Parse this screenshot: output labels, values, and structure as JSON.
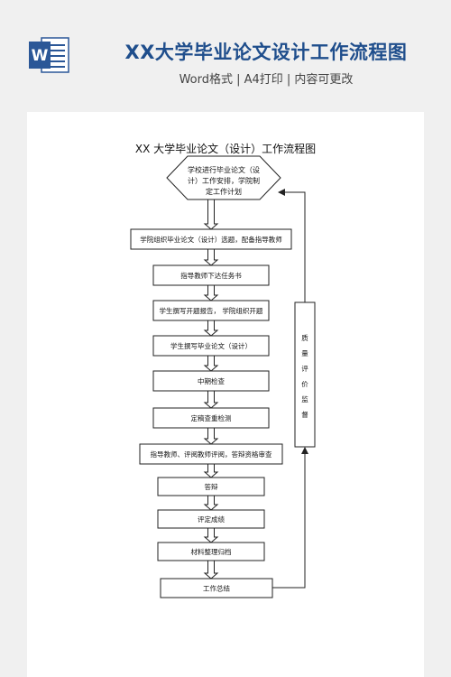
{
  "header": {
    "title": "XX大学毕业论文设计工作流程图",
    "subtitle": "Word格式 | A4打印 | 内容可更改",
    "logo_letter": "W"
  },
  "document": {
    "title": "XX 大学毕业论文（设计）工作流程图",
    "start_lines": [
      "学校进行毕业论文（设",
      "计）工作安排，学院制",
      "定工作计划"
    ],
    "steps": [
      "学院组织毕业论文（设计）选题，配备指导教师",
      "指导教师下达任务书",
      "学生撰写开题报告，  学院组织开题",
      "学生撰写毕业论文（设计）",
      "中期检查",
      "定稿查重检测",
      "指导教师、评阅教师评阅，答辩资格审查",
      "答辩",
      "评定成绩",
      "材料整理归档",
      "工作总结"
    ],
    "side_box_chars": [
      "质",
      "量",
      "评",
      "价",
      "监",
      "督"
    ]
  },
  "colors": {
    "brand_blue": "#1f4e8c",
    "word_blue": "#2b5797"
  }
}
